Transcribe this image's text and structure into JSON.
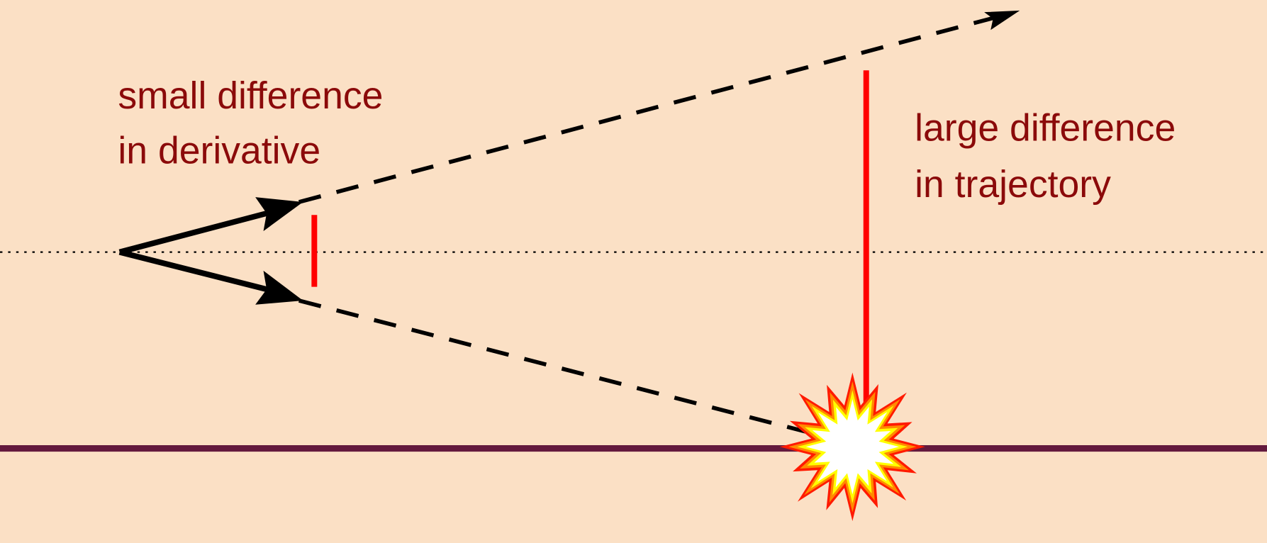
{
  "labels": {
    "left_line1": "small difference",
    "left_line2": "in derivative",
    "right_line1": "large difference",
    "right_line2": "in trajectory"
  },
  "colors": {
    "background": "#fbe0c5",
    "text": "#8b0a0a",
    "ground": "#641a3e",
    "difference_marker": "#ff0000"
  }
}
